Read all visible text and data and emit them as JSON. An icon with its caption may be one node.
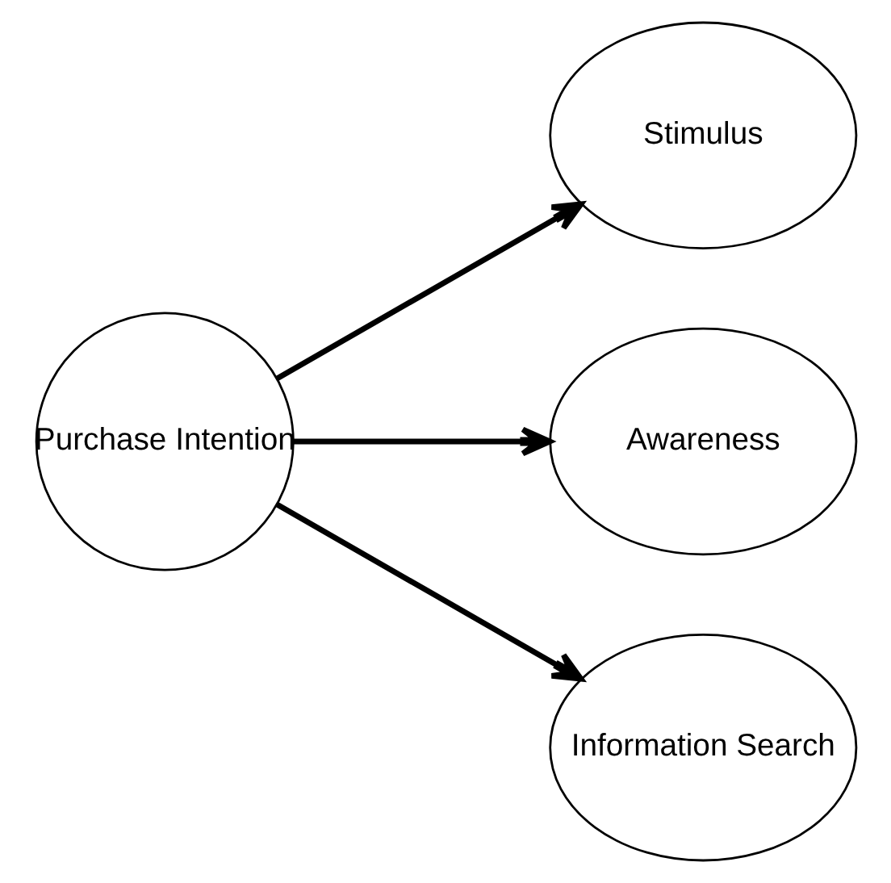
{
  "diagram": {
    "nodes": [
      {
        "text": [
          "Purchase Intention"
        ]
      },
      {
        "text": [
          "Stimulus"
        ]
      },
      {
        "text": [
          "Awareness"
        ]
      },
      {
        "text": [
          "Information Search"
        ]
      }
    ],
    "edges": [
      {
        "from": 0,
        "to": 1,
        "arrow": "to"
      },
      {
        "from": 0,
        "to": 2,
        "arrow": "to"
      },
      {
        "from": 0,
        "to": 3,
        "arrow": "to"
      }
    ]
  }
}
